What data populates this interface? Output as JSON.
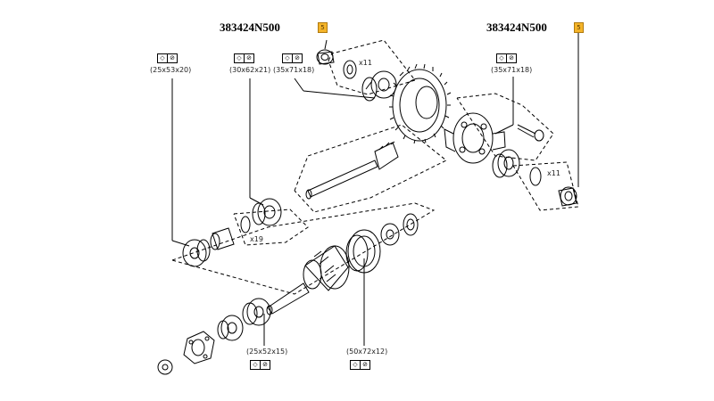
{
  "part_numbers": [
    {
      "text": "383424N500",
      "badge": "5"
    },
    {
      "text": "383424N500",
      "badge": "5"
    }
  ],
  "dimensions": {
    "bearing_left": "(25x53x20)",
    "bearing_mid": "(30x62x21)",
    "bearing_top": "(35x71x18)",
    "bearing_right": "(35x71x18)",
    "bearing_lower": "(25x52x15)",
    "bearing_big": "(50x72x12)"
  },
  "quantities": {
    "top_shim": "x11",
    "right_shim": "x11",
    "mid_shim": "x19"
  },
  "symbols": {
    "cell_a": "◇",
    "cell_b": "⊘"
  },
  "colors": {
    "line": "#000000",
    "badge": "#f4b429"
  }
}
